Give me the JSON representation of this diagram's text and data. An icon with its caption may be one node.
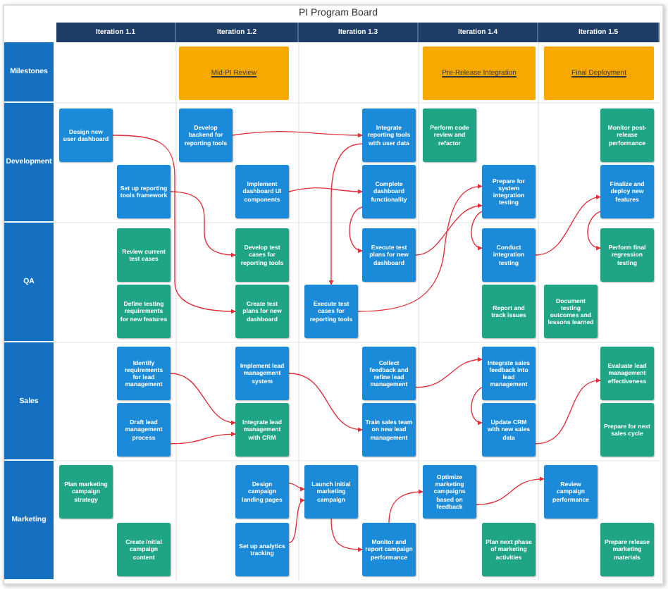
{
  "diagram": {
    "title": "PI Program Board",
    "nodes": [
      {
        "text": [
          "Iteration 1.1"
        ]
      },
      {
        "text": [
          "Iteration 1.2"
        ]
      },
      {
        "text": [
          "Iteration 1.3"
        ]
      },
      {
        "text": [
          "Iteration 1.4"
        ]
      },
      {
        "text": [
          "Iteration 1.5"
        ]
      },
      {
        "text": [
          "Milestones"
        ]
      },
      {
        "text": [
          "Development"
        ]
      },
      {
        "text": [
          "QA"
        ]
      },
      {
        "text": [
          "Sales"
        ]
      },
      {
        "text": [
          "Marketing"
        ]
      },
      {
        "text": [
          "Mid-PI Review"
        ]
      },
      {
        "text": [
          "Pre-Release Integration"
        ]
      },
      {
        "text": [
          "Final Deployment"
        ]
      },
      {
        "text": [
          "Design new user dashboard"
        ]
      },
      {
        "text": [
          "Set up reporting tools framework"
        ]
      },
      {
        "text": [
          "Develop backend for reporting tools"
        ]
      },
      {
        "text": [
          "Implement dashboard UI components"
        ]
      },
      {
        "text": [
          "Integrate reporting tools with user data"
        ]
      },
      {
        "text": [
          "Complete dashboard functionality"
        ]
      },
      {
        "text": [
          "Perform code review and refactor"
        ]
      },
      {
        "text": [
          "Prepare for system integration testing"
        ]
      },
      {
        "text": [
          "Monitor post-release performance"
        ]
      },
      {
        "text": [
          "Finalize and deploy new features"
        ]
      },
      {
        "text": [
          "Review current test cases"
        ]
      },
      {
        "text": [
          "Define testing requirements for new features"
        ]
      },
      {
        "text": [
          "Develop test cases for reporting tools"
        ]
      },
      {
        "text": [
          "Create test plans for new dashboard"
        ]
      },
      {
        "text": [
          "Execute test plans for new dashboard"
        ]
      },
      {
        "text": [
          "Execute test cases for reporting tools"
        ]
      },
      {
        "text": [
          "Conduct integration testing"
        ]
      },
      {
        "text": [
          "Report and track issues"
        ]
      },
      {
        "text": [
          "Document testing outcomes and lessons learned"
        ]
      },
      {
        "text": [
          "Perform final regression testing"
        ]
      },
      {
        "text": [
          "Identify requirements for lead management"
        ]
      },
      {
        "text": [
          "Draft lead management process"
        ]
      },
      {
        "text": [
          "Implement lead management system"
        ]
      },
      {
        "text": [
          "Integrate lead management with CRM"
        ]
      },
      {
        "text": [
          "Collect feedback and refine lead management"
        ]
      },
      {
        "text": [
          "Train sales team on new lead management"
        ]
      },
      {
        "text": [
          "Integrate sales feedback into lead management"
        ]
      },
      {
        "text": [
          "Update CRM with new sales data"
        ]
      },
      {
        "text": [
          "Evaluate lead management effectiveness"
        ]
      },
      {
        "text": [
          "Prepare for next sales cycle"
        ]
      },
      {
        "text": [
          "Plan marketing campaign strategy"
        ]
      },
      {
        "text": [
          "Create initial campaign content"
        ]
      },
      {
        "text": [
          "Design campaign landing pages"
        ]
      },
      {
        "text": [
          "Set up analytics tracking"
        ]
      },
      {
        "text": [
          "Launch initial marketing campaign"
        ]
      },
      {
        "text": [
          "Monitor and report campaign performance"
        ]
      },
      {
        "text": [
          "Optimize marketing campaigns based on feedback"
        ]
      },
      {
        "text": [
          "Review campaign performance"
        ]
      },
      {
        "text": [
          "Plan next phase of marketing activities"
        ]
      },
      {
        "text": [
          "Prepare release marketing materials"
        ]
      }
    ],
    "edges": [
      {
        "from": 13,
        "to": 26,
        "arrow": "to"
      },
      {
        "from": 14,
        "to": 25,
        "arrow": "to"
      },
      {
        "from": 15,
        "to": 17,
        "arrow": "to"
      },
      {
        "from": 16,
        "to": 18,
        "arrow": "to"
      },
      {
        "from": 17,
        "to": 28,
        "arrow": "to"
      },
      {
        "from": 18,
        "to": 27,
        "arrow": "to"
      },
      {
        "from": 28,
        "to": 20,
        "arrow": "to"
      },
      {
        "from": 27,
        "to": 20,
        "arrow": "to"
      },
      {
        "from": 20,
        "to": 29,
        "arrow": "to"
      },
      {
        "from": 29,
        "to": 22,
        "arrow": "to"
      },
      {
        "from": 22,
        "to": 32,
        "arrow": "to"
      },
      {
        "from": 33,
        "to": 36,
        "arrow": "to"
      },
      {
        "from": 34,
        "to": 36,
        "arrow": "to"
      },
      {
        "from": 35,
        "to": 38,
        "arrow": "to"
      },
      {
        "from": 37,
        "to": 39,
        "arrow": "to"
      },
      {
        "from": 39,
        "to": 40,
        "arrow": "to"
      },
      {
        "from": 40,
        "to": 41,
        "arrow": "to"
      },
      {
        "from": 45,
        "to": 47,
        "arrow": "to"
      },
      {
        "from": 46,
        "to": 47,
        "arrow": "to"
      },
      {
        "from": 47,
        "to": 48,
        "arrow": "to"
      },
      {
        "from": 48,
        "to": 49,
        "arrow": "to"
      },
      {
        "from": 49,
        "to": 50,
        "arrow": "to"
      }
    ]
  }
}
